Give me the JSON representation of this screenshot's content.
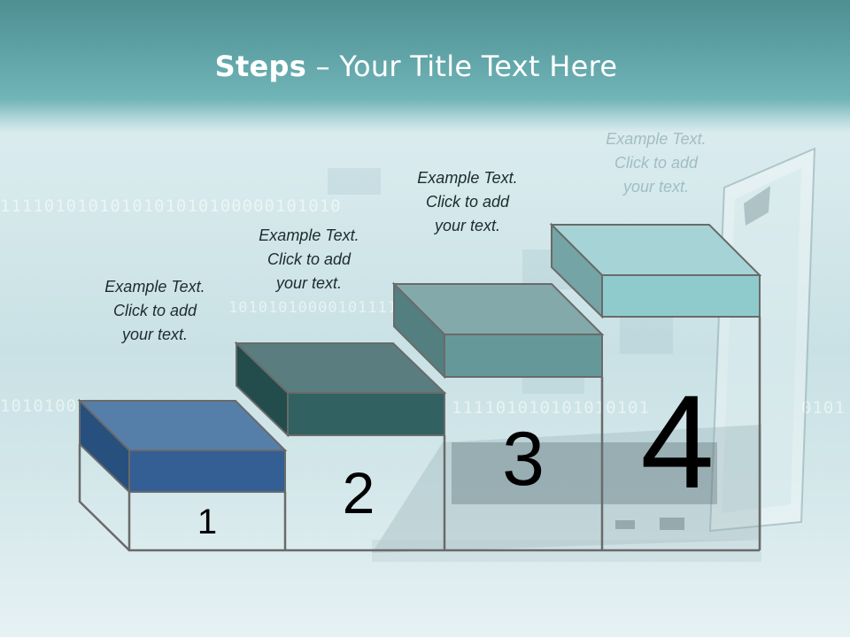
{
  "slide": {
    "title_bold": "Steps",
    "title_rest": " – Your Title Text Here"
  },
  "background": {
    "binary_rows": [
      "1111010101010101010100000101010",
      "1010101000010111111",
      "10101001",
      "111101010101010101",
      "0101"
    ]
  },
  "steps": [
    {
      "number": "1",
      "caption_line1": "Example Text.",
      "caption_line2": "Click  to add",
      "caption_line3": "your text."
    },
    {
      "number": "2",
      "caption_line1": "Example Text.",
      "caption_line2": "Click  to add",
      "caption_line3": "your text."
    },
    {
      "number": "3",
      "caption_line1": "Example Text.",
      "caption_line2": "Click  to add",
      "caption_line3": "your text."
    },
    {
      "number": "4",
      "caption_line1": "Example Text.",
      "caption_line2": "Click  to add",
      "caption_line3": "your text."
    }
  ],
  "colors": {
    "step1_front": "#345f95",
    "step1_top": "#557fa9",
    "step1_side": "#27507e",
    "step2_front": "#316261",
    "step2_top": "#5a7d80",
    "step2_side": "#234c4c",
    "step3_front": "#659999",
    "step3_top": "#83a9aa",
    "step3_side": "#537f80",
    "step4_front": "#8fcbcd",
    "step4_top": "#a6d4d6",
    "step4_side": "#74a4a6"
  }
}
